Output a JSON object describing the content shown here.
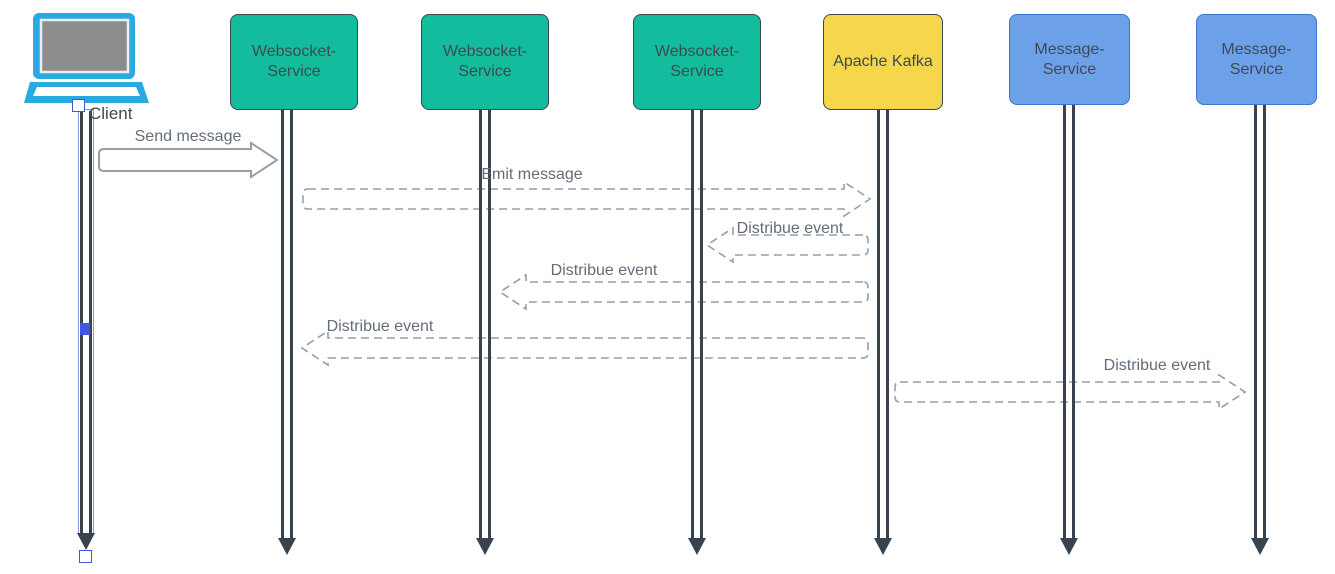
{
  "actors": {
    "client": {
      "label": "Client",
      "type": "laptop"
    },
    "ws1": {
      "label": "Websocket-\nService"
    },
    "ws2": {
      "label": "Websocket-\nService"
    },
    "ws3": {
      "label": "Websocket-\nService"
    },
    "kafka": {
      "label": "Apache Kafka"
    },
    "ms1": {
      "label": "Message-\nService"
    },
    "ms2": {
      "label": "Message-\nService"
    }
  },
  "messages": {
    "send": {
      "label": "Send message",
      "from": "Client",
      "to": "Websocket-Service 1",
      "style": "solid"
    },
    "emit": {
      "label": "Emit message",
      "from": "Websocket-Service 1",
      "to": "Apache Kafka",
      "style": "dashed"
    },
    "dist_ws3": {
      "label": "Distribue event",
      "from": "Apache Kafka",
      "to": "Websocket-Service 3",
      "style": "dashed"
    },
    "dist_ws2": {
      "label": "Distribue event",
      "from": "Apache Kafka",
      "to": "Websocket-Service 2",
      "style": "dashed"
    },
    "dist_ws1": {
      "label": "Distribue event",
      "from": "Apache Kafka",
      "to": "Websocket-Service 1",
      "style": "dashed"
    },
    "dist_ms2": {
      "label": "Distribue event",
      "from": "Apache Kafka",
      "to": "Message-Service 2",
      "style": "dashed"
    }
  },
  "colors": {
    "teal": "#12BC9C",
    "teal-border": "#3A4750",
    "yellow": "#F6D64A",
    "yellow-border": "#3A4750",
    "blue": "#6CA1E9",
    "blue-border": "#3E73CE",
    "laptop-blue": "#29A9E1",
    "screen-gray": "#8C8C8C",
    "lifeline": "#39434E",
    "arrow-stroke": "#989EA6",
    "label-gray": "#636D79",
    "box-text": "#3E4A54",
    "selection-blue": "#8C96F5",
    "handle-blue": "#4254E0"
  }
}
